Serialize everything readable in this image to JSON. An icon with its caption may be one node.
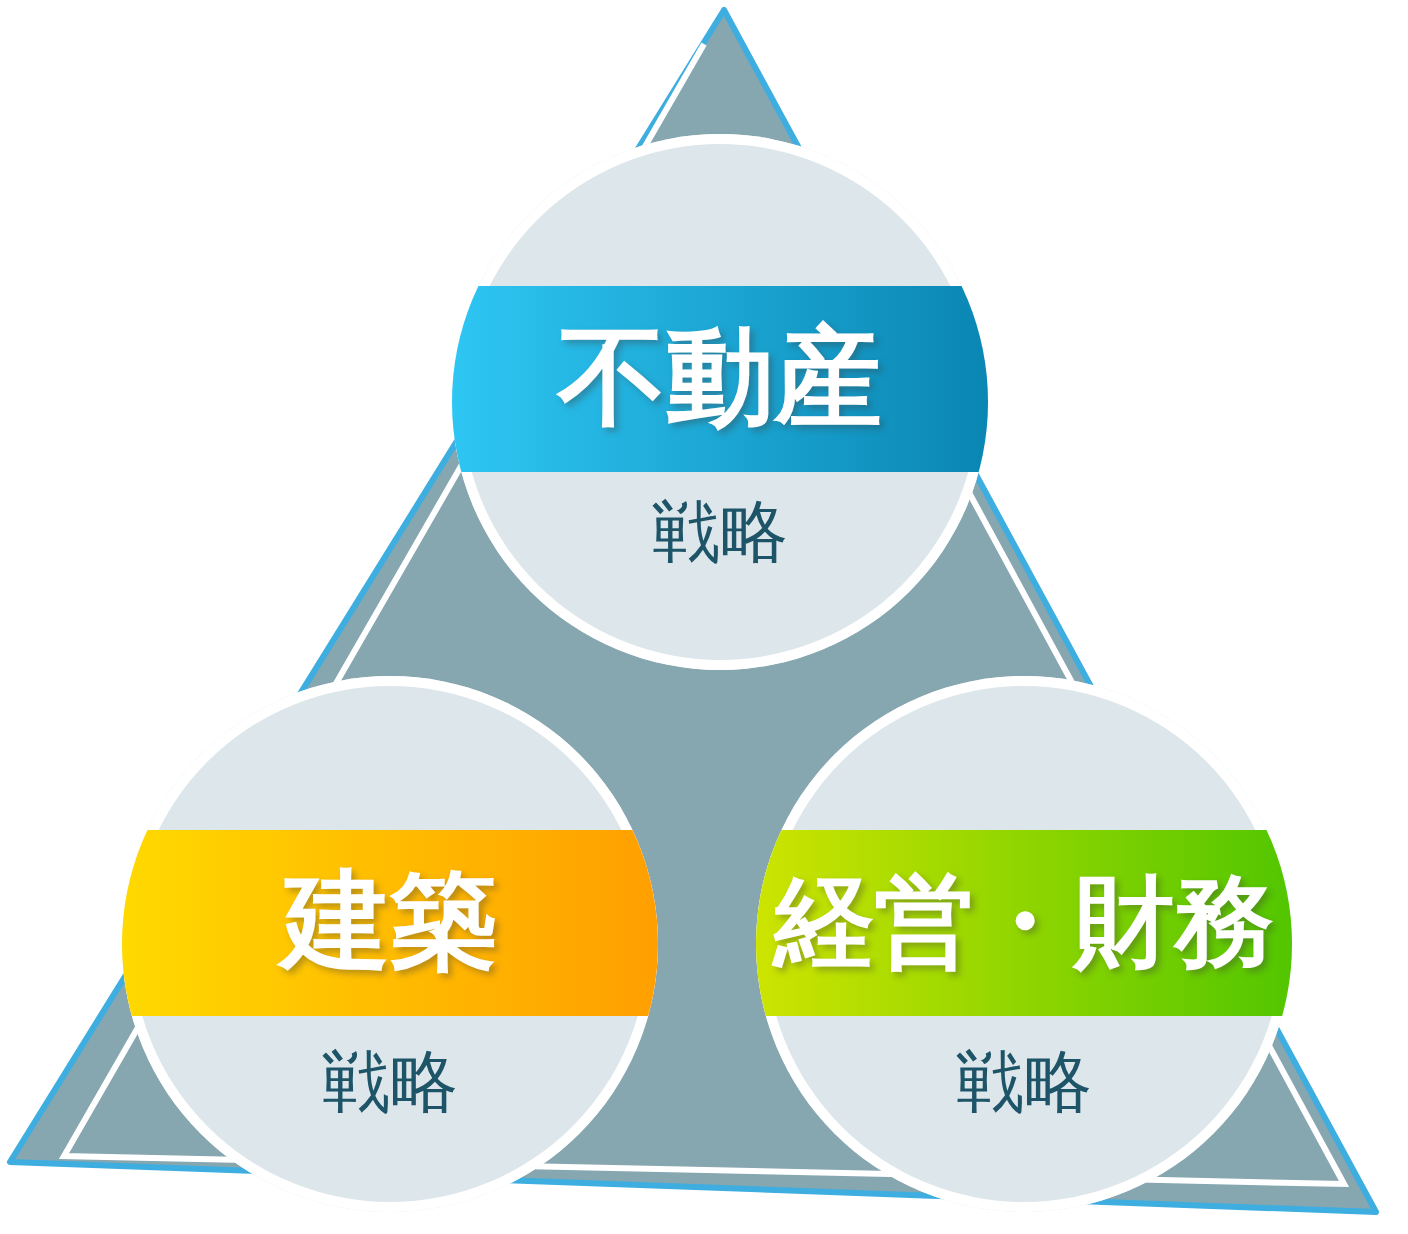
{
  "diagram": {
    "nodes": [
      {
        "text": [
          "戦略"
        ]
      },
      {
        "text": [
          "不動産"
        ],
        "in": 0
      },
      {
        "text": [
          "戦略"
        ]
      },
      {
        "text": [
          "建築"
        ],
        "in": 2
      },
      {
        "text": [
          "戦略"
        ]
      },
      {
        "text": [
          "経営・財務"
        ],
        "in": 4
      }
    ]
  }
}
